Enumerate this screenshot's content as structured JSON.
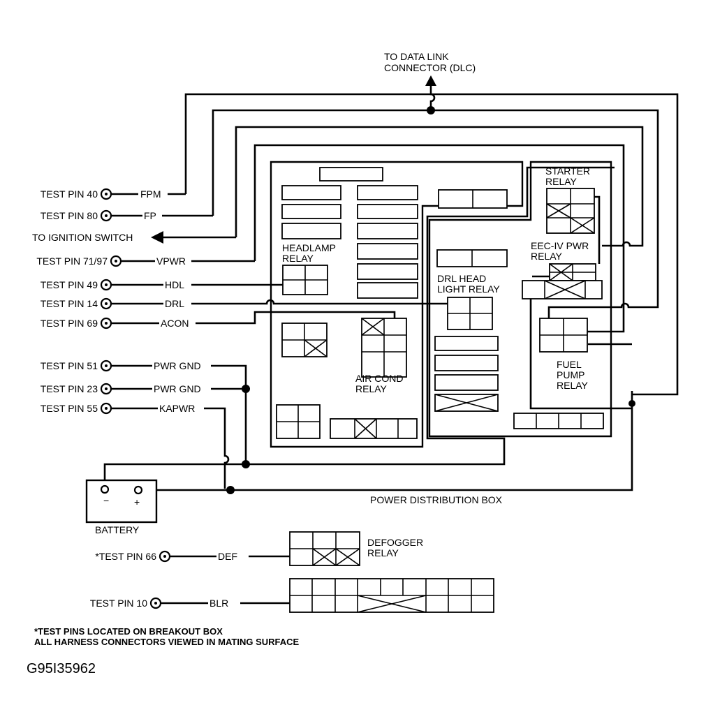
{
  "header": {
    "dlc_line1": "TO DATA LINK",
    "dlc_line2": "CONNECTOR (DLC)"
  },
  "test_pins": [
    {
      "label": "TEST PIN 40",
      "signal": "FPM"
    },
    {
      "label": "TEST PIN 80",
      "signal": "FP"
    },
    {
      "label": "TEST PIN 71/97",
      "signal": "VPWR"
    },
    {
      "label": "TEST PIN 49",
      "signal": "HDL"
    },
    {
      "label": "TEST PIN 14",
      "signal": "DRL"
    },
    {
      "label": "TEST PIN 69",
      "signal": "ACON"
    },
    {
      "label": "TEST PIN 51",
      "signal": "PWR GND"
    },
    {
      "label": "TEST PIN 23",
      "signal": "PWR GND"
    },
    {
      "label": "TEST PIN 55",
      "signal": "KAPWR"
    },
    {
      "label": "*TEST PIN 66",
      "signal": "DEF"
    },
    {
      "label": "TEST PIN 10",
      "signal": "BLR"
    }
  ],
  "ignition": "TO IGNITION SWITCH",
  "relays": {
    "headlamp_1": "HEADLAMP",
    "headlamp_2": "RELAY",
    "drl_1": "DRL HEAD",
    "drl_2": "LIGHT RELAY",
    "starter_1": "STARTER",
    "starter_2": "RELAY",
    "eec_1": "EEC-IV PWR",
    "eec_2": "RELAY",
    "aircond_1": "AIR COND",
    "aircond_2": "RELAY",
    "fuelpump_1": "FUEL",
    "fuelpump_2": "PUMP",
    "fuelpump_3": "RELAY",
    "defogger_1": "DEFOGGER",
    "defogger_2": "RELAY"
  },
  "battery": {
    "label": "BATTERY",
    "neg": "−",
    "pos": "+"
  },
  "pdb_label": "POWER DISTRIBUTION BOX",
  "notes": {
    "line1": "*TEST PINS LOCATED ON BREAKOUT BOX",
    "line2": "ALL HARNESS CONNECTORS VIEWED IN MATING SURFACE"
  },
  "figure_code": "G95I35962"
}
